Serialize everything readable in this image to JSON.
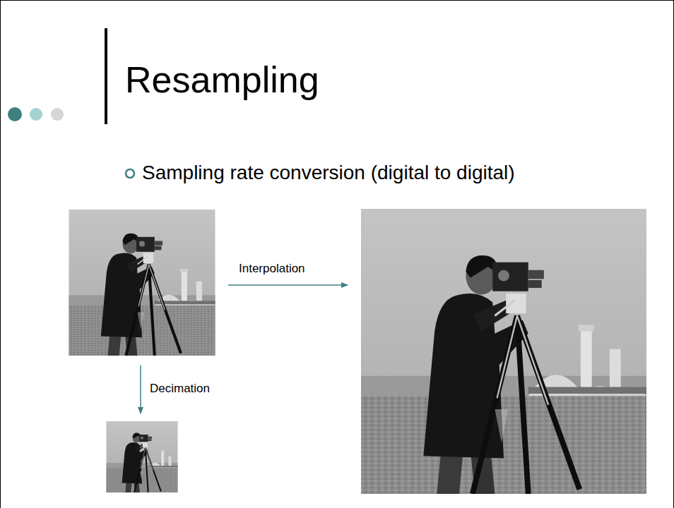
{
  "diagram": {
    "title": "Resampling",
    "labels": [
      "Sampling rate conversion (digital to digital)",
      "Interpolation",
      "Decimation"
    ]
  }
}
